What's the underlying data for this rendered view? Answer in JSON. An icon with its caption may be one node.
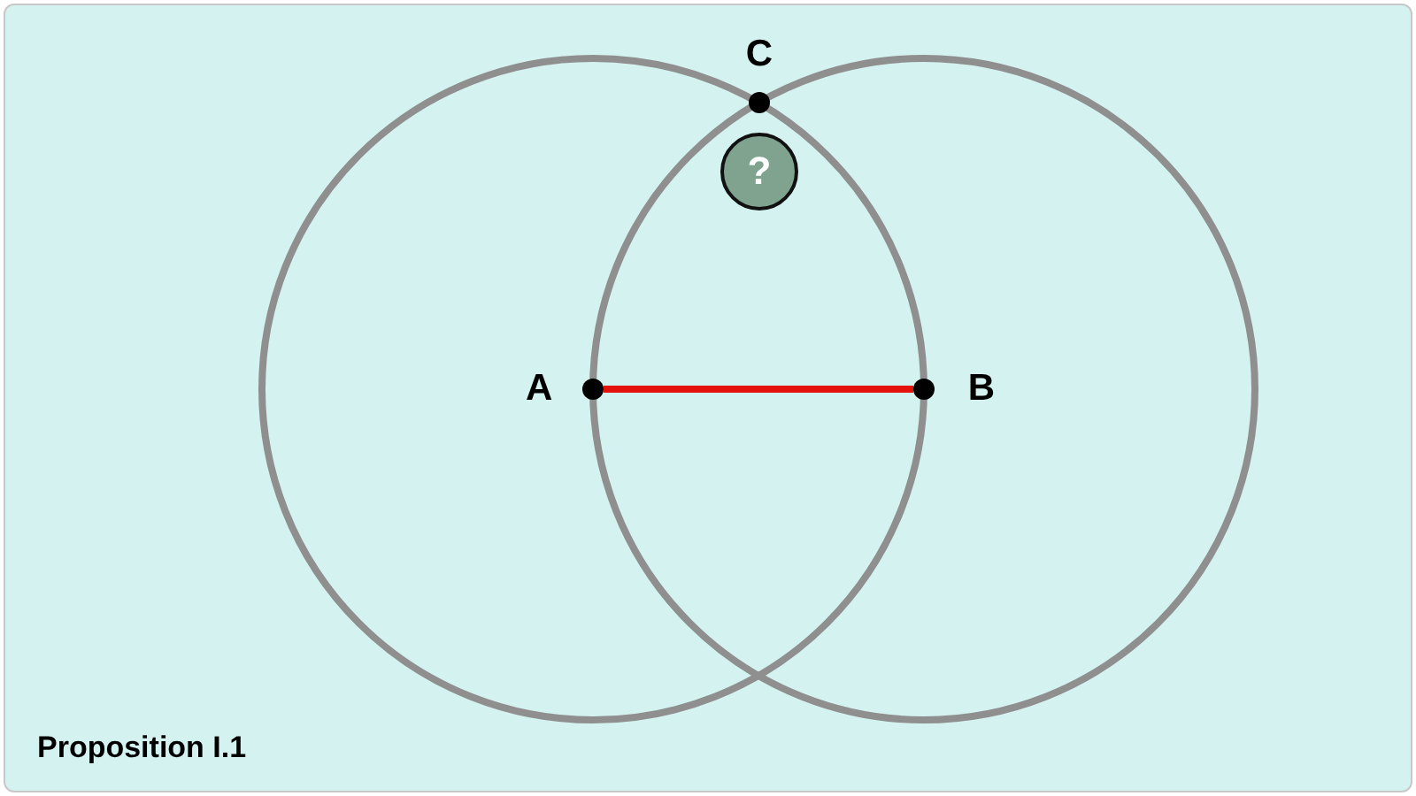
{
  "diagram": {
    "caption": "Proposition I.1",
    "nodes": [
      {
        "text": [
          "A"
        ]
      },
      {
        "text": [
          "B"
        ]
      },
      {
        "text": [
          "C"
        ]
      },
      {
        "text": [
          "?"
        ]
      }
    ],
    "edges": [
      {
        "from": 0,
        "to": 1,
        "arrow": "none",
        "color": "#e3120b"
      }
    ]
  }
}
